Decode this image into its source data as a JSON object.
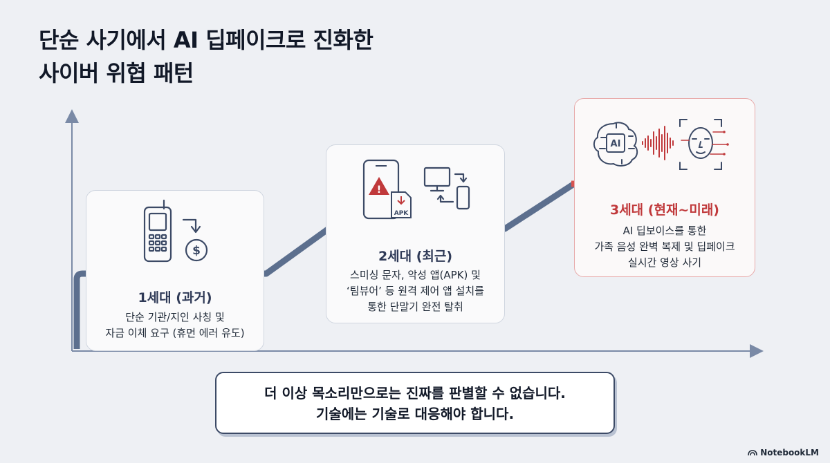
{
  "title": {
    "line1": "단순 사기에서 AI 딥페이크로 진화한",
    "line2": "사이버 위협 패턴"
  },
  "stages": [
    {
      "generation": "1세대 (과거)",
      "desc_lines": [
        "단순 기관/지인 사칭 및",
        "자금 이체 요구 (휴먼 에러 유도)"
      ],
      "icons": [
        "feature-phone-icon",
        "money-transfer-icon"
      ]
    },
    {
      "generation": "2세대 (최근)",
      "desc_lines": [
        "스미싱 문자, 악성 앱(APK) 및",
        "‘팀뷰어’ 등 원격 제어 앱 설치를",
        "통한 단말기 완전 탈취"
      ],
      "icons": [
        "smartphone-warning-icon",
        "apk-file-icon",
        "remote-control-icon"
      ],
      "apk_label": "APK"
    },
    {
      "generation": "3세대 (현재~미래)",
      "desc_lines": [
        "AI 딥보이스를 통한",
        "가족 음성 완벽 복제 및 딥페이크",
        "실시간 영상 사기"
      ],
      "icons": [
        "ai-brain-icon",
        "voice-waveform-icon",
        "face-scan-icon"
      ],
      "ai_label": "AI"
    }
  ],
  "callout": {
    "line1": "더 이상 목소리만으로는 진짜를 판별할 수 없습니다.",
    "line2": "기술에는 기술로 대응해야 합니다."
  },
  "brand": "NotebookLM",
  "colors": {
    "path": "#5c6f8e",
    "path_current": "#d9534f",
    "accent_red": "#c0393b",
    "axis": "#7a8aa6"
  }
}
